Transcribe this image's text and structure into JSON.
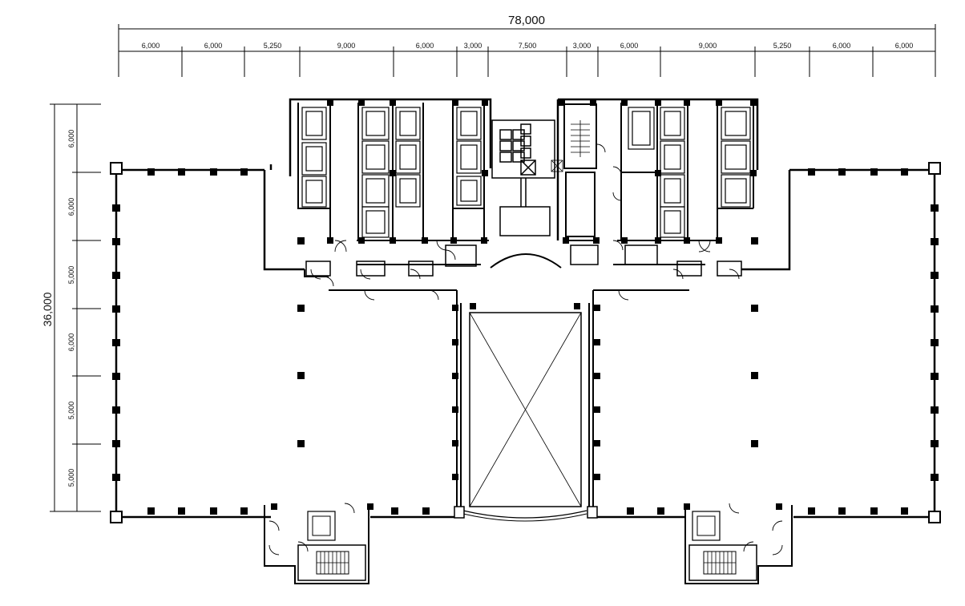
{
  "drawing": {
    "overall_width_label": "78,000",
    "overall_depth_label": "36,000",
    "top_bay_labels": [
      "6,000",
      "6,000",
      "5,250",
      "9,000",
      "6,000",
      "3,000",
      "7,500",
      "3,000",
      "6,000",
      "9,000",
      "5,250",
      "6,000",
      "6,000"
    ],
    "left_bay_labels": [
      "6,000",
      "6,000",
      "5,000",
      "6,000",
      "5,000",
      "5,000"
    ],
    "line_color": "#000000",
    "background_color": "#ffffff"
  }
}
